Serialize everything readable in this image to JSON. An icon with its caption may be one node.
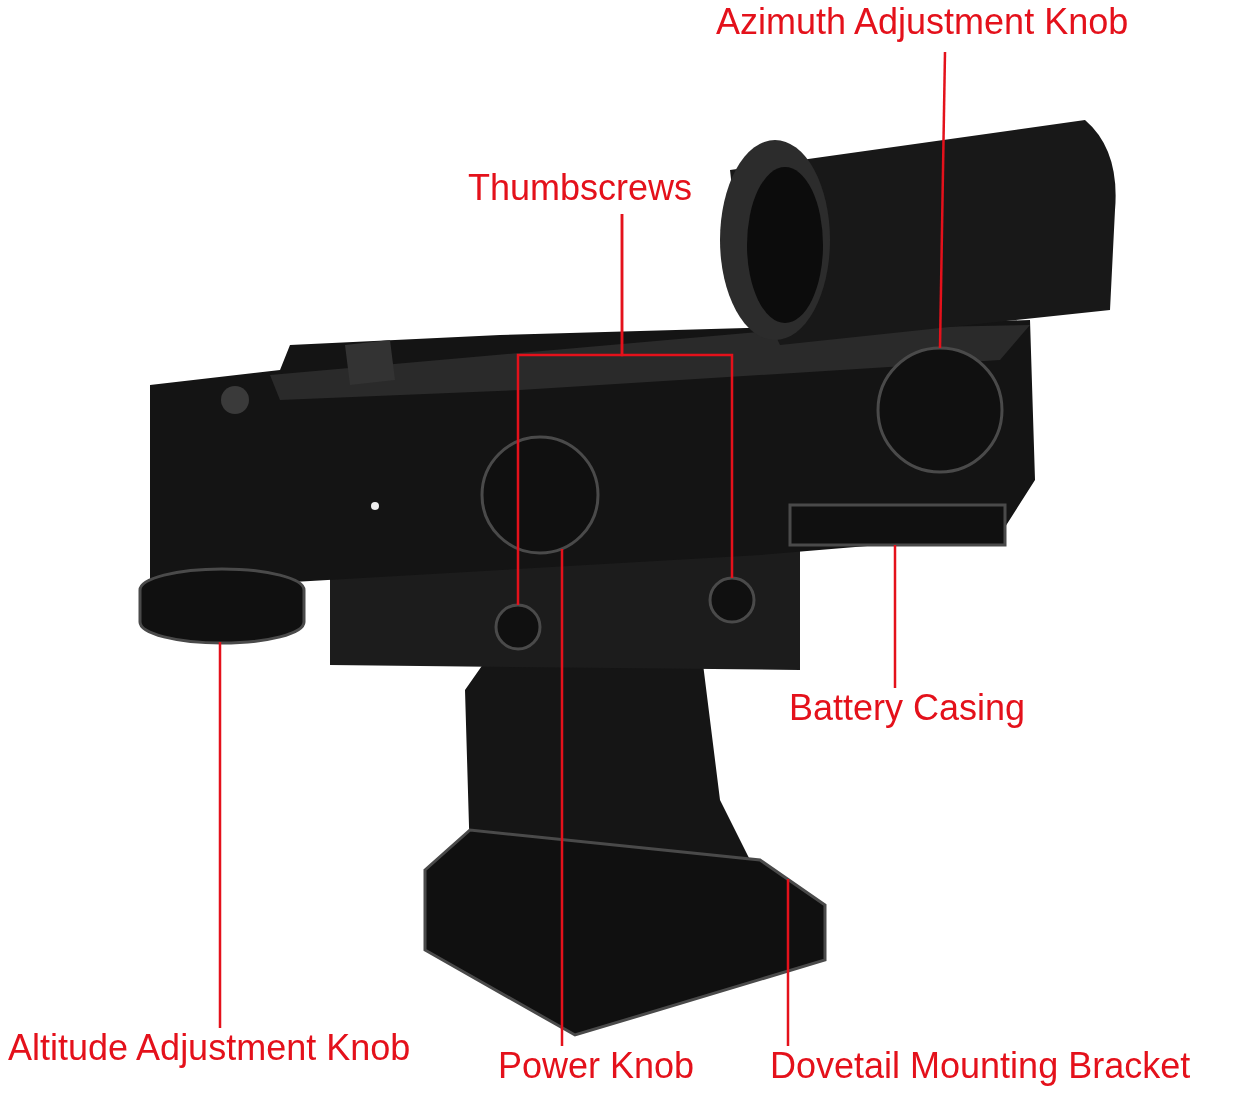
{
  "diagram": {
    "nodes": [
      {
        "text": [
          "Azimuth Adjustment Knob"
        ]
      },
      {
        "text": [],
        "shape": "circle"
      },
      {
        "text": [
          "Thumbscrews"
        ]
      },
      {
        "text": [],
        "shape": "circle"
      },
      {
        "text": [],
        "shape": "circle"
      },
      {
        "text": [],
        "shape": "circle"
      },
      {
        "text": [
          "Battery Casing"
        ]
      },
      {
        "text": [],
        "shape": "box"
      },
      {
        "text": [],
        "shape": "cylinder"
      },
      {
        "text": [],
        "shape": "box"
      },
      {
        "text": [
          "Altitude Adjustment Knob"
        ]
      },
      {
        "text": [
          "Power Knob"
        ]
      },
      {
        "text": [
          "Dovetail Mounting Bracket"
        ]
      }
    ],
    "edges": [
      {
        "from": 0,
        "to": 1,
        "arrow": "none"
      },
      {
        "from": 2,
        "to": 3,
        "arrow": "none"
      },
      {
        "from": 2,
        "to": 4,
        "arrow": "none"
      },
      {
        "from": 6,
        "to": 7,
        "arrow": "none"
      },
      {
        "from": 10,
        "to": 8,
        "arrow": "none"
      },
      {
        "from": 11,
        "to": 5,
        "arrow": "none"
      },
      {
        "from": 12,
        "to": 9,
        "arrow": "none"
      }
    ]
  }
}
